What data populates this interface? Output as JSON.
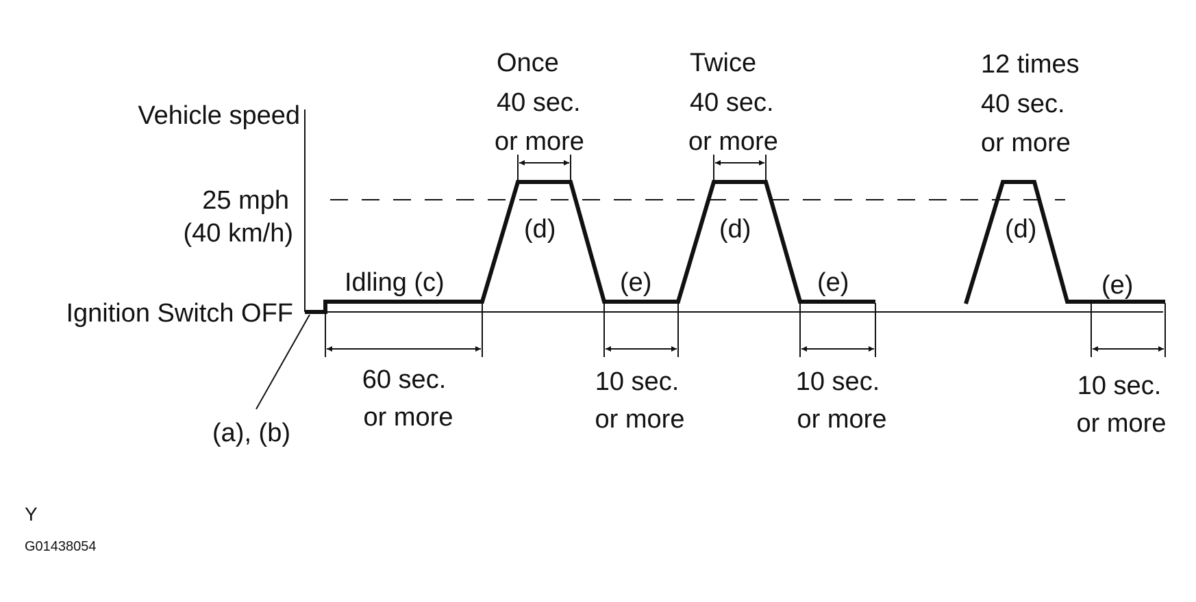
{
  "axis": {
    "y_label": "Vehicle speed",
    "speed_label_1": "25 mph",
    "speed_label_2": "(40 km/h)",
    "ignition_label": "Ignition Switch OFF",
    "ab_label": "(a), (b)"
  },
  "segments": {
    "idling_label": "Idling (c)",
    "idling_duration_1": "60 sec.",
    "idling_duration_2": "or more",
    "d_label": "(d)",
    "e_label": "(e)",
    "peaks": [
      {
        "count": "Once",
        "duration": "40 sec.",
        "duration_2": "or more"
      },
      {
        "count": "Twice",
        "duration": "40 sec.",
        "duration_2": "or more"
      },
      {
        "count": "12 times",
        "duration": "40 sec.",
        "duration_2": "or more"
      }
    ],
    "e_durations": [
      {
        "line1": "10 sec.",
        "line2": "or more"
      },
      {
        "line1": "10 sec.",
        "line2": "or more"
      },
      {
        "line1": "10 sec.",
        "line2": "or more"
      }
    ]
  },
  "footer": {
    "code_letter": "Y",
    "figure_id": "G01438054"
  }
}
